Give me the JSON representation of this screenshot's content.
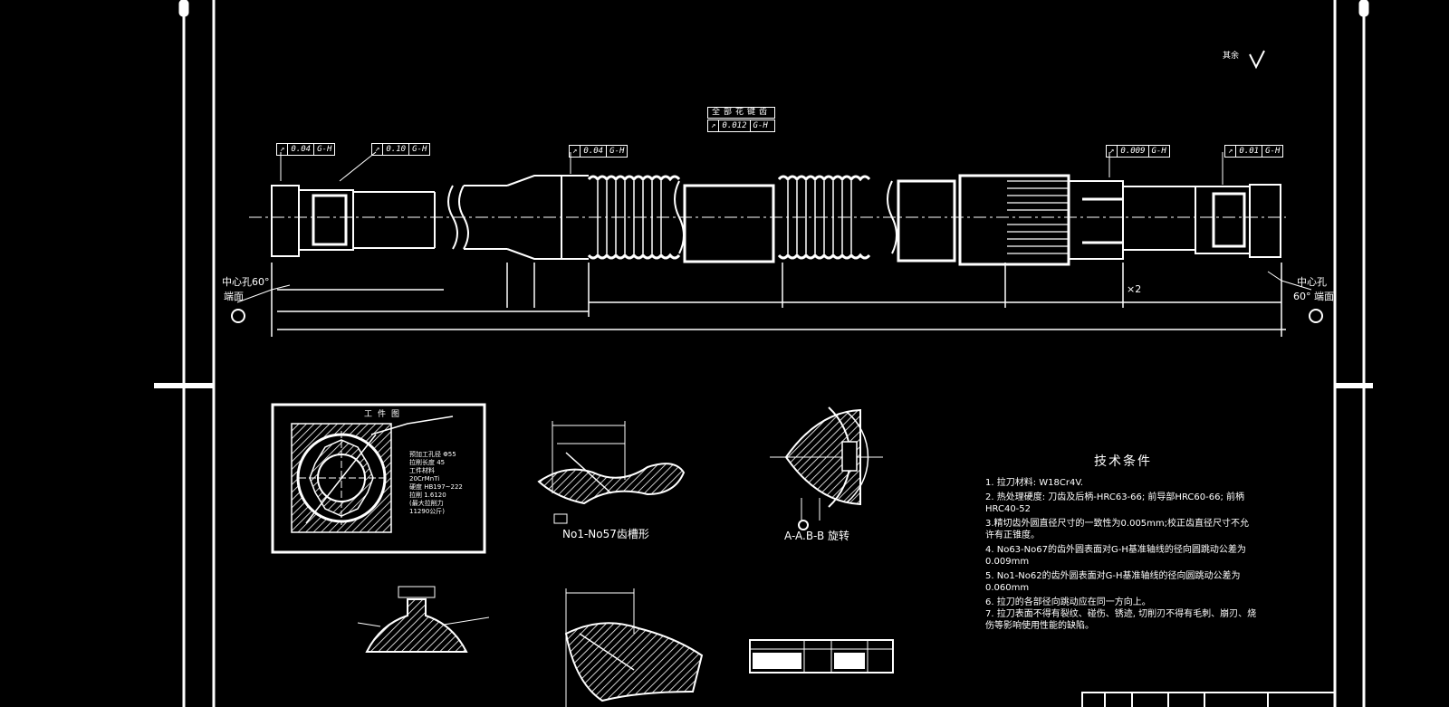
{
  "drawing": {
    "corner_label": "其余",
    "tolerances": {
      "full_spline": {
        "title": "全部花键齿",
        "symbol": "↗",
        "value": "0.012",
        "datum": "G-H"
      },
      "t1": {
        "symbol": "↗",
        "value": "0.04",
        "datum": "G-H"
      },
      "t2": {
        "symbol": "↗",
        "value": "0.10",
        "datum": "G-H"
      },
      "t3": {
        "symbol": "↗",
        "value": "0.04",
        "datum": "G-H"
      },
      "t4": {
        "symbol": "↗",
        "value": "0.009",
        "datum": "G-H"
      },
      "t5": {
        "symbol": "↗",
        "value": "0.01",
        "datum": "G-H"
      }
    },
    "center_hole_left": [
      "中心孔60°",
      "端面"
    ],
    "center_hole_right": [
      "中心孔",
      "60° 端面"
    ],
    "dim_x2": "×2",
    "workpiece": {
      "title": "工件图",
      "specs": [
        "预加工孔径 Φ55",
        "拉削长度 45",
        "工件材料",
        "20CrMnTi",
        "硬度 HB197~222",
        "拉削 1.6120",
        "(最大拉削力",
        "11290公斤)"
      ]
    },
    "captions": {
      "tooth_profile": "No1-No57齿槽形",
      "section_view": "A-A.B-B 旋转"
    },
    "tech_conditions": {
      "title": "技术条件",
      "items": [
        "1. 拉刀材料: W18Cr4V.",
        "2. 热处理硬度: 刀齿及后柄-HRC63-66; 前导部HRC60-66; 前柄HRC40-52",
        "3.精切齿外圆直径尺寸的一致性为0.005mm;校正齿直径尺寸不允许有正锥度。",
        "4. No63-No67的齿外圆表面对G-H基准轴线的径向圆跳动公差为0.009mm",
        "5. No1-No62的齿外圆表面对G-H基准轴线的径向圆跳动公差为0.060mm",
        "6. 拉刀的各部径向跳动应在同一方向上。",
        "7. 拉刀表面不得有裂纹、碰伤、锈迹, 切削刃不得有毛刺、崩刃、烧伤等影响使用性能的缺陷。"
      ]
    }
  }
}
